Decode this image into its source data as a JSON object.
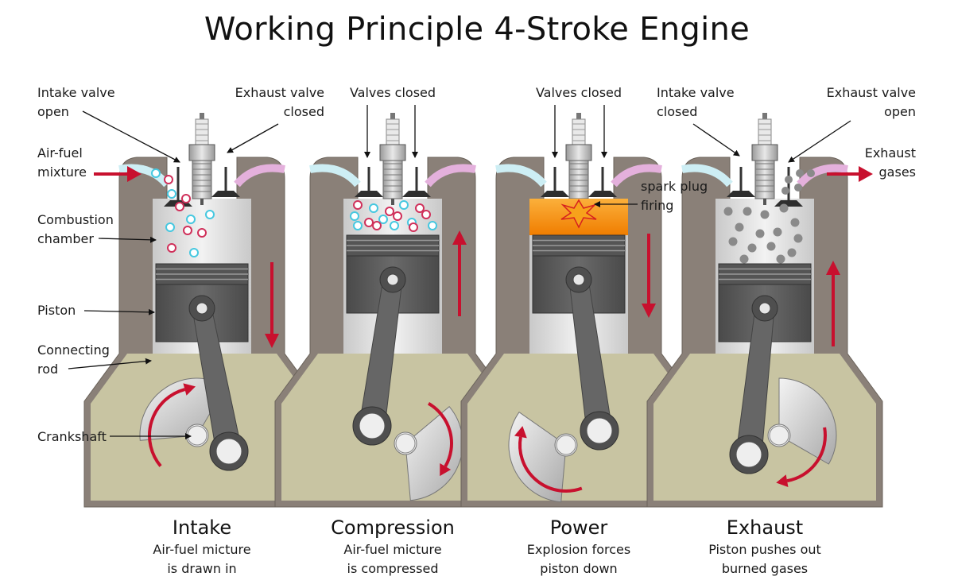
{
  "title": "Working Principle 4-Stroke Engine",
  "colors": {
    "block": "#8a8078",
    "crankcase": "#c8c4a2",
    "cylinder_liner": "#dcdcdc",
    "piston": "#5a5a5a",
    "rod": "#666666",
    "arrow": "#c8102e",
    "intake_port": "#cdeef4",
    "exhaust_port": "#e4b0dc",
    "fuel_bubble": "#46c8e0",
    "air_bubble": "#d0305a",
    "flame": "#f39012",
    "exhaust_particle": "#8a8a8a"
  },
  "labels": {
    "intake_valve_open": [
      "Intake valve",
      "open"
    ],
    "exhaust_valve_closed": [
      "Exhaust valve",
      "closed"
    ],
    "air_fuel_mixture": [
      "Air-fuel",
      "mixture"
    ],
    "combustion_chamber": [
      "Combustion",
      "chamber"
    ],
    "piston": "Piston",
    "connecting_rod": [
      "Connecting",
      "rod"
    ],
    "crankshaft": "Crankshaft",
    "valves_closed_1": "Valves closed",
    "valves_closed_2": "Valves closed",
    "spark_plug_firing": [
      "spark plug",
      "firing"
    ],
    "intake_valve_closed": [
      "Intake valve",
      "closed"
    ],
    "exhaust_valve_open": [
      "Exhaust valve",
      "open"
    ],
    "exhaust_gases": [
      "Exhaust",
      "gases"
    ]
  },
  "strokes": [
    {
      "name": "Intake",
      "desc": [
        "Air-fuel micture",
        "is drawn in"
      ],
      "piston_direction": "down",
      "crank_rotation": "clockwise"
    },
    {
      "name": "Compression",
      "desc": [
        "Air-fuel micture",
        "is compressed"
      ],
      "piston_direction": "up",
      "crank_rotation": "clockwise"
    },
    {
      "name": "Power",
      "desc": [
        "Explosion forces",
        "piston down"
      ],
      "piston_direction": "down",
      "crank_rotation": "clockwise"
    },
    {
      "name": "Exhaust",
      "desc": [
        "Piston pushes out",
        "burned gases"
      ],
      "piston_direction": "up",
      "crank_rotation": "clockwise"
    }
  ]
}
